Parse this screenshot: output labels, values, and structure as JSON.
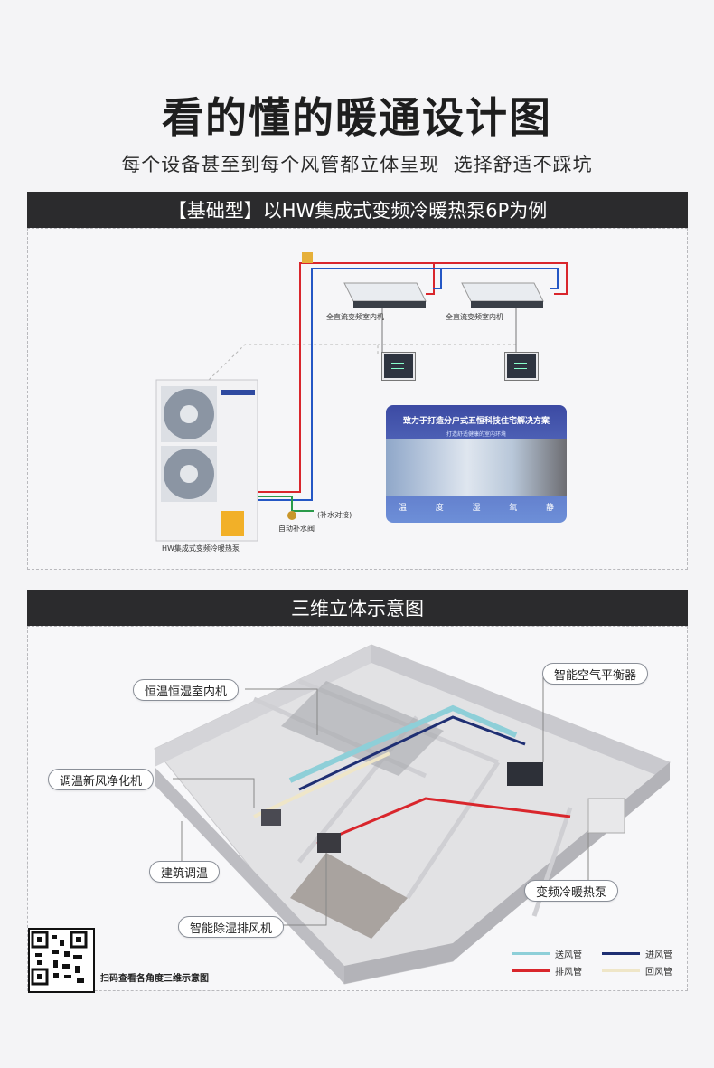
{
  "header": {
    "title": "看的懂的暖通设计图",
    "subtitle": "每个设备甚至到每个风管都立体呈现  选择舒适不踩坑"
  },
  "section1": {
    "bar_title": "【基础型】以HW集成式变频冷暖热泵6P为例",
    "indoor_unit_left_label": "全直流变频室内机",
    "indoor_unit_right_label": "全直流变频室内机",
    "outdoor_unit_label": "HW集成式变频冷暖热泵",
    "valve_label": "自动补水阀",
    "water_supply_label": "(补水对接)",
    "promo": {
      "title": "致力于打造分户式五恒科技住宅解决方案",
      "subtitle": "打造舒适健康的室内环境",
      "icons": [
        "温",
        "度",
        "湿",
        "氧",
        "静"
      ]
    }
  },
  "section2": {
    "bar_title": "三维立体示意图",
    "callouts": {
      "constant_temp_humidity_indoor": "恒温恒湿室内机",
      "fresh_air_purifier": "调温新风净化机",
      "building_temp": "建筑调温",
      "dehumidify_exhaust": "智能除湿排风机",
      "air_balancer": "智能空气平衡器",
      "heat_pump": "变频冷暖热泵"
    },
    "legend": [
      {
        "label": "送风管",
        "color": "#8ecfd8"
      },
      {
        "label": "进风管",
        "color": "#1f2f73"
      },
      {
        "label": "排风管",
        "color": "#d9262c"
      },
      {
        "label": "回风管",
        "color": "#efe6c8"
      }
    ],
    "qr_caption": "扫码查看各角度三维示意图"
  },
  "colors": {
    "hot_pipe": "#d9262c",
    "cold_pipe": "#2457c5",
    "bar_bg": "#2b2b2d"
  }
}
